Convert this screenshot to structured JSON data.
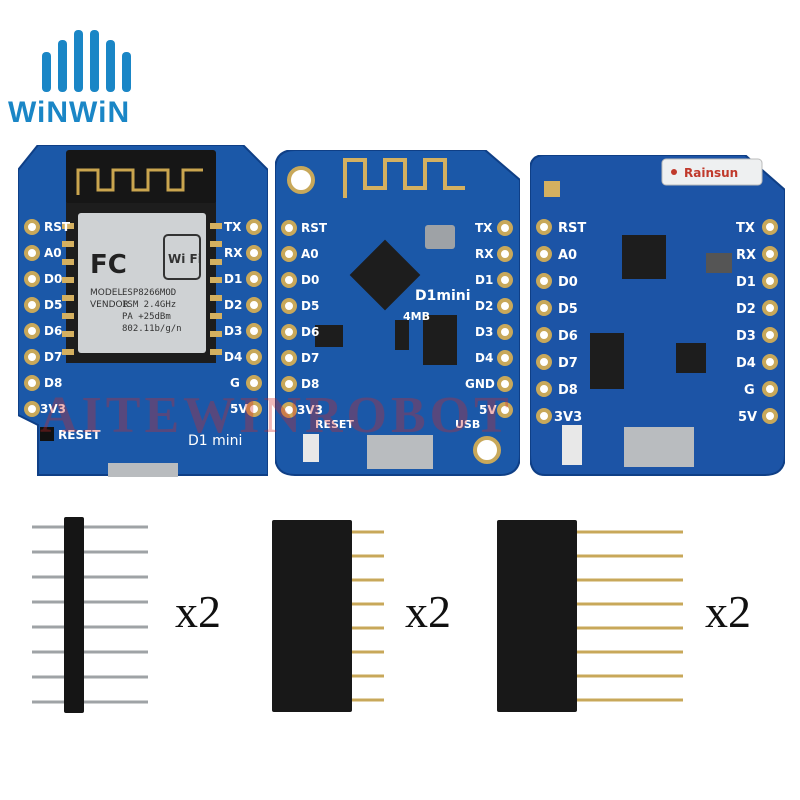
{
  "brand": {
    "name": "WiNWiN"
  },
  "watermark": "AITEWINROBOT",
  "boards": {
    "d1_mini": {
      "left_pins": [
        "RST",
        "A0",
        "D0",
        "D5",
        "D6",
        "D7",
        "D8",
        "3V3"
      ],
      "right_pins": [
        "TX",
        "RX",
        "D1",
        "D2",
        "D3",
        "D4",
        "G",
        "5V"
      ],
      "module_marks": [
        "FC",
        "MODEL",
        "VENDOR",
        "ESP8266MOD",
        "ISM 2.4GHz",
        "PA +25dBm",
        "802.11b/g/n",
        "Wi Fi"
      ],
      "reset_label": "RESET",
      "board_name": "D1 mini"
    },
    "d1_mini_lite": {
      "left_pins": [
        "RST",
        "A0",
        "D0",
        "D5",
        "D6",
        "D7",
        "D8",
        "3V3"
      ],
      "right_pins": [
        "TX",
        "RX",
        "D1",
        "D2",
        "D3",
        "D4",
        "GND",
        "5V"
      ],
      "title": "D1mini",
      "flash_label": "4MB",
      "reset_label": "RESET",
      "usb_label": "USB"
    },
    "d1_mini_pro": {
      "left_pins": [
        "RST",
        "A0",
        "D0",
        "D5",
        "D6",
        "D7",
        "D8",
        "3V3"
      ],
      "right_pins": [
        "TX",
        "RX",
        "D1",
        "D2",
        "D3",
        "D4",
        "G",
        "5V"
      ],
      "antenna_label": "Rainsun"
    }
  },
  "headers": [
    {
      "type": "male-pin-header",
      "quantity": "x2"
    },
    {
      "type": "female-socket-header",
      "quantity": "x2"
    },
    {
      "type": "long-female-socket-header",
      "quantity": "x2"
    }
  ],
  "colors": {
    "pcb": "#1b58a8",
    "pcb_dark": "#0f3f86",
    "brand_blue": "#1a86c6",
    "gold": "#c8a85a"
  }
}
